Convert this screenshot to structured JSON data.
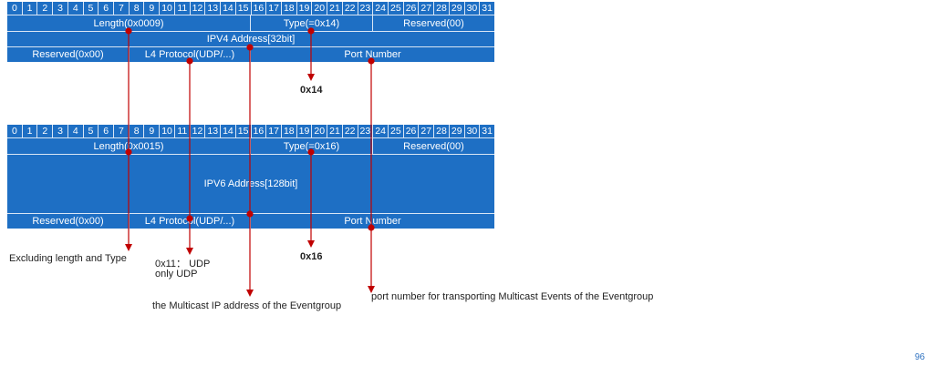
{
  "bits": [
    "0",
    "1",
    "2",
    "3",
    "4",
    "5",
    "6",
    "7",
    "8",
    "9",
    "10",
    "11",
    "12",
    "13",
    "14",
    "15",
    "16",
    "17",
    "18",
    "19",
    "20",
    "21",
    "22",
    "23",
    "24",
    "25",
    "26",
    "27",
    "28",
    "29",
    "30",
    "31"
  ],
  "ipv4": {
    "row1": {
      "length": "Length(0x0009)",
      "type": "Type(=0x14)",
      "reserved": "Reserved(00)"
    },
    "row2": {
      "address": "IPV4 Address[32bit]"
    },
    "row3": {
      "reserved": "Reserved(0x00)",
      "protocol": "L4 Protocol(UDP/...)",
      "port": "Port Number"
    }
  },
  "ipv6": {
    "row1": {
      "length": "Length(0x0015)",
      "type": "Type(=0x16)",
      "reserved": "Reserved(00)"
    },
    "row2": {
      "address": "IPV6 Address[128bit]"
    },
    "row3": {
      "reserved": "Reserved(0x00)",
      "protocol": "L4 Protocol(UDP/...)",
      "port": "Port Number"
    }
  },
  "annotations": {
    "type_ipv4": "0x14",
    "type_ipv6": "0x16",
    "length_note": "Excluding length and Type",
    "protocol_note_1": "0x11： UDP",
    "protocol_note_2": "only UDP",
    "address_note": "the Multicast IP address of the Eventgroup",
    "port_note": "port number for transporting Multicast Events of the Eventgroup"
  },
  "page_number": "96",
  "colors": {
    "table": "#1e6fc4",
    "arrow": "#c00000"
  }
}
